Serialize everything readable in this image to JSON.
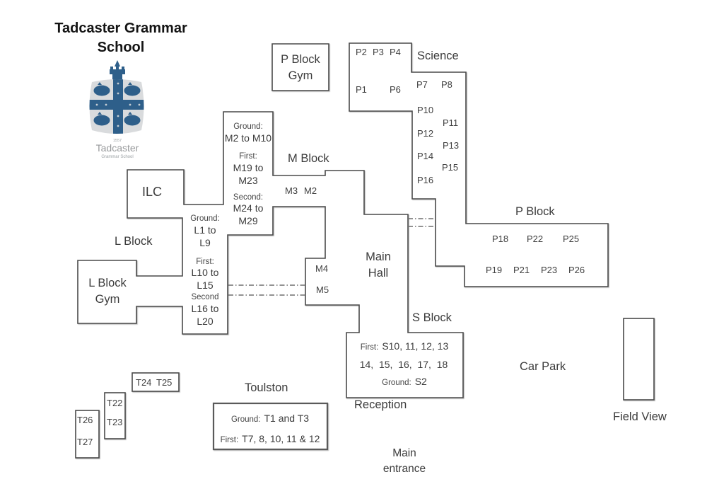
{
  "colors": {
    "outline": "#4a4a4a",
    "label_text": "#3b3b3b",
    "logo_blue": "#2e5f8a",
    "logo_gray": "#d9dbdd",
    "logo_text_gray": "#97999b"
  },
  "title": "Tadcaster Grammar School",
  "logo": {
    "year": "1557",
    "name": "Tadcaster",
    "subname": "Grammar School"
  },
  "areas": {
    "science": "Science",
    "m_block": "M Block",
    "p_block": "P Block",
    "s_block": "S Block",
    "l_block": "L Block",
    "ilc": "ILC",
    "main_hall": "Main Hall",
    "l_block_gym": "L Block Gym",
    "p_block_gym": "P Block Gym",
    "toulston": "Toulston",
    "reception": "Reception",
    "car_park": "Car Park",
    "field_view": "Field View",
    "main_entrance": "Main entrance"
  },
  "rooms": {
    "p1": "P1",
    "p2": "P2",
    "p3": "P3",
    "p4": "P4",
    "p6": "P6",
    "p7": "P7",
    "p8": "P8",
    "p10": "P10",
    "p11": "P11",
    "p12": "P12",
    "p13": "P13",
    "p14": "P14",
    "p15": "P15",
    "p16": "P16",
    "p18": "P18",
    "p19": "P19",
    "p21": "P21",
    "p22": "P22",
    "p23": "P23",
    "p25": "P25",
    "p26": "P26",
    "m2": "M2",
    "m3": "M3",
    "m4": "M4",
    "m5": "M5",
    "t22": "T22",
    "t23": "T23",
    "t24": "T24",
    "t25": "T25",
    "t26": "T26",
    "t27": "T27"
  },
  "m_stairs": {
    "ground_label": "Ground:",
    "ground": "M2 to M10",
    "first_label": "First:",
    "first": "M19 to M23",
    "second_label": "Second:",
    "second": "M24 to M29"
  },
  "l_stairs": {
    "ground_label": "Ground:",
    "ground": "L1 to L9",
    "first_label": "First:",
    "first": "L10 to L15",
    "second_label": "Second",
    "second": "L16 to L20"
  },
  "s_block_rooms": {
    "first_label": "First:",
    "first": "S10, 11, 12, 13",
    "first_cont": "14,  15,  16,  17,  18",
    "ground_label": "Ground:",
    "ground": "S2"
  },
  "toulston_rooms": {
    "ground_label": "Ground:",
    "ground": "T1 and T3",
    "first_label": "First:",
    "first": "T7, 8, 10, 11 & 12"
  }
}
